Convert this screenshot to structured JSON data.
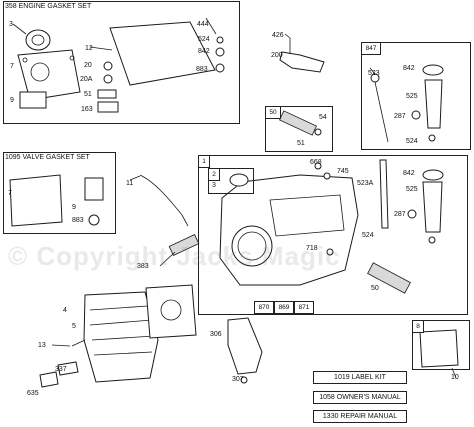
{
  "kits": {
    "engine_gasket_set": "358 ENGINE GASKET SET",
    "valve_gasket_set": "1095 VALVE GASKET SET",
    "box_847": "847",
    "box_50": "50",
    "box_1": "1",
    "box_2": "2",
    "box_8": "8"
  },
  "manuals": {
    "label_kit": "1019 LABEL KIT",
    "owners_manual": "1058 OWNER'S MANUAL",
    "repair_manual": "1330 REPAIR MANUAL"
  },
  "block_tags": [
    "870",
    "869",
    "871"
  ],
  "watermark": "© Copyright Jacks Magic",
  "callouts": {
    "c3a": "3",
    "c444": "444",
    "c7a": "7",
    "c12": "12",
    "c524a": "524",
    "c20": "20",
    "c842a": "842",
    "c20a": "20A",
    "c883a": "883",
    "c51a": "51",
    "c9a": "9",
    "c163": "163",
    "c426": "426",
    "c200": "200",
    "c523": "523",
    "c842b": "842",
    "c525a": "525",
    "c287a": "287",
    "c524b": "524",
    "c54": "54",
    "c51b": "51",
    "c668": "668",
    "c745": "745",
    "c3b": "3",
    "c523a": "523A",
    "c842c": "842",
    "c525b": "525",
    "c287b": "287",
    "c524c": "524",
    "c718": "718",
    "c50": "50",
    "c11": "11",
    "c7b": "7",
    "c9b": "9",
    "c883b": "883",
    "c383": "383",
    "c4": "4",
    "c5": "5",
    "c13": "13",
    "c337": "337",
    "c635": "635",
    "c306": "306",
    "c307": "307",
    "c10": "10"
  }
}
